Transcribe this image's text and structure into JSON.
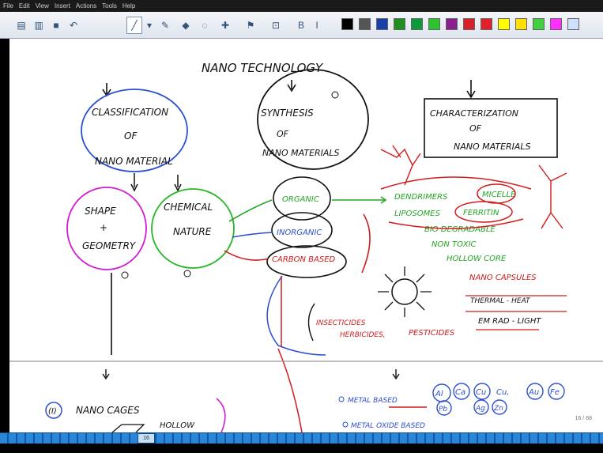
{
  "menu": [
    "File",
    "Edit",
    "View",
    "Insert",
    "Actions",
    "Tools",
    "Help"
  ],
  "toolbar_colors": [
    "#000000",
    "#555555",
    "#1a3fa6",
    "#1f8f1f",
    "#0e9a3c",
    "#2fc22f",
    "#8a2090",
    "#d8202a",
    "#e0202a",
    "#ffff00",
    "#ffe000",
    "#40d040",
    "#ff30ff",
    "#cfe0ff"
  ],
  "title": "NANO TECHNOLOGY",
  "nodes": {
    "classification": [
      "CLASSIFICATION",
      "OF",
      "NANO MATERIAL"
    ],
    "synthesis": [
      "SYNTHESIS",
      "OF",
      "NANO MATERIALS"
    ],
    "characterization": [
      "CHARACTERIZATION",
      "OF",
      "NANO MATERIALS"
    ],
    "shape": [
      "SHAPE",
      "+",
      "GEOMETRY"
    ],
    "chemical": [
      "CHEMICAL",
      "NATURE"
    ],
    "organic": "ORGANIC",
    "inorganic": "INORGANIC",
    "carbon": "CARBON BASED"
  },
  "organic_items": {
    "dendrimers": "DENDRIMERS",
    "micelle": "MICELLE",
    "liposomes": "LIPOSOMES",
    "ferritin": "FERRITIN",
    "props": [
      "BIO DEGRADABLE",
      "NON TOXIC",
      "HOLLOW CORE"
    ],
    "nano_capsules": "NANO CAPSULES",
    "thermal": "THERMAL - HEAT",
    "em": "EM RAD - LIGHT",
    "insecticides": "INSECTICIDES",
    "herbicides": "HERBICIDES,",
    "pesticides": "PESTICIDES"
  },
  "lower": {
    "nano_cages": "NANO CAGES",
    "item_num": "(I)",
    "hollow": "HOLLOW",
    "metal_based": "METAL BASED",
    "metal_oxide": "METAL OXIDE BASED",
    "metals": [
      "Al",
      "Ca",
      "Cu",
      "Cu,",
      "Au",
      "Fe",
      "Pb",
      "Ag",
      "Zn"
    ]
  },
  "page_indicator": "16 / 68",
  "scroll_page": "16"
}
